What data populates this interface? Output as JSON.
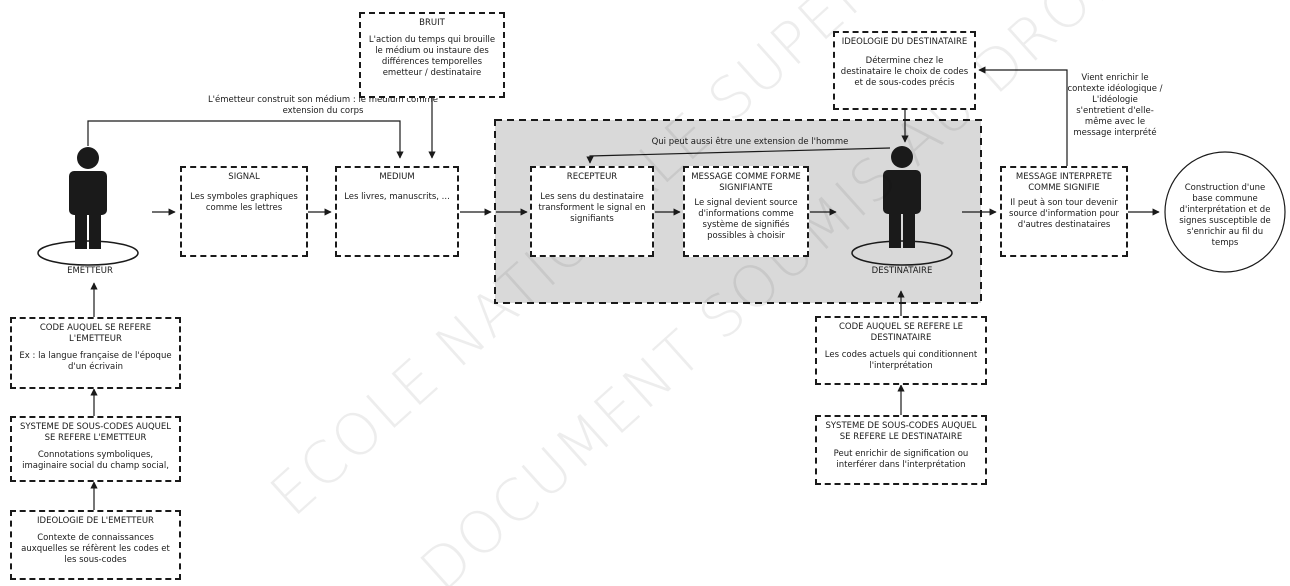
{
  "boxes": {
    "bruit": {
      "title": "BRUIT",
      "body": "L'action du temps qui brouille le médium ou instaure des différences temporelles emetteur / destinataire"
    },
    "ideologie_dest": {
      "title": "IDEOLOGIE DU DESTINATAIRE",
      "body": "Détermine chez le destinataire le choix de codes et de sous-codes précis"
    },
    "signal": {
      "title": "SIGNAL",
      "body": "Les symboles graphiques comme les lettres"
    },
    "medium": {
      "title": "MEDIUM",
      "body": "Les livres, manuscrits, ..."
    },
    "recepteur": {
      "title": "RECEPTEUR",
      "body": "Les sens du destinataire transforment le signal en signifiants"
    },
    "message_forme": {
      "title": "MESSAGE COMME FORME SIGNIFIANTE",
      "body": "Le signal devient source d'informations comme système de signifiés possibles à choisir"
    },
    "message_interprete": {
      "title": "MESSAGE INTERPRETE COMME SIGNIFIE",
      "body": "Il peut à son tour devenir source d'information pour d'autres destinataires"
    },
    "code_emetteur": {
      "title": "CODE AUQUEL SE REFERE L'EMETTEUR",
      "body": "Ex : la langue française de l'époque d'un écrivain"
    },
    "sous_codes_emetteur": {
      "title": "SYSTEME DE SOUS-CODES AUQUEL SE REFERE L'EMETTEUR",
      "body": "Connotations symboliques, imaginaire social du champ social,"
    },
    "ideologie_emetteur": {
      "title": "IDEOLOGIE DE L'EMETTEUR",
      "body": "Contexte de connaissances auxquelles se réfèrent les codes et les sous-codes"
    },
    "code_dest": {
      "title": "CODE AUQUEL SE REFERE LE DESTINATAIRE",
      "body": "Les codes actuels qui conditionnent l'interprétation"
    },
    "sous_codes_dest": {
      "title": "SYSTEME DE SOUS-CODES AUQUEL SE REFERE LE DESTINATAIRE",
      "body": "Peut enrichir de signification ou interférer dans l'interprétation"
    }
  },
  "circle_text": "Construction d'une base commune d'interprétation et de signes susceptible de s'enrichir au fil du temps",
  "actors": {
    "emetteur": "EMETTEUR",
    "destinataire": "DESTINATAIRE"
  },
  "annotations": {
    "medium_extension": "L'émetteur construit son médium : le médium comme extension du corps",
    "homme_extension": "Qui peut aussi être une extension de l'homme",
    "enrichir": "Vient enrichir le contexte idéologique / L'idéologie s'entretient d'elle-même avec le message interprété"
  },
  "watermark": {
    "line1": "ECOLE NATIONALE SUPERIEURE D'ARCHITECTURE",
    "line2": "DOCUMENT SOUMIS AU DROIT D'AUTEUR"
  },
  "colors": {
    "zone_fill": "#d9d9d9",
    "ink": "#1a1a1a"
  }
}
